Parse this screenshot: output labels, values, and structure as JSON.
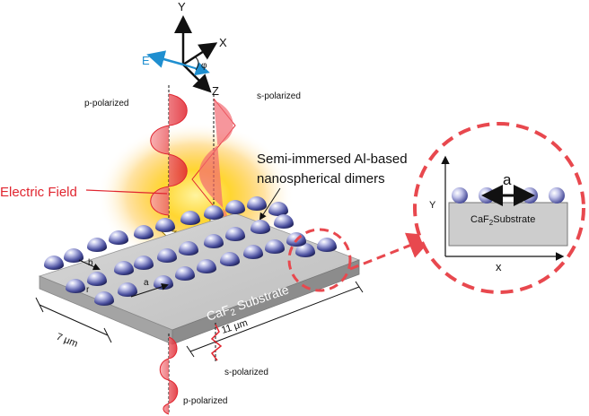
{
  "axes": {
    "y": "Y",
    "x": "X",
    "z": "Z",
    "e": "E",
    "phi": "φ"
  },
  "labels": {
    "p_top": "p-polarized",
    "s_top": "s-polarized",
    "s_bottom": "s-polarized",
    "p_bottom": "p-polarized",
    "electric_field": "Electric Field",
    "dimers_line1": "Semi-immersed Al-based",
    "dimers_line2": "nanospherical dimers",
    "substrate_main_prefix": "CaF",
    "substrate_main_sub": "2",
    "substrate_main_suffix": " Substrate",
    "dim_b": "b",
    "dim_r": "r",
    "dim_a": "a",
    "dim_7": "7 μm",
    "dim_11": "11 μm"
  },
  "inset": {
    "a": "a",
    "y": "Y",
    "x": "x",
    "substrate_prefix": "CaF",
    "substrate_sub": "2",
    "substrate_suffix": "Substrate"
  },
  "colors": {
    "electric_field": "#e0252f",
    "e_vector": "#1f8fd0",
    "wave": "#e8434d",
    "glow": "#ffd21a",
    "sphere": "#4a4f9e",
    "inset_border": "#e8484e",
    "substrate_top": "#cdcdcd",
    "substrate_front": "#8c8c8c"
  }
}
